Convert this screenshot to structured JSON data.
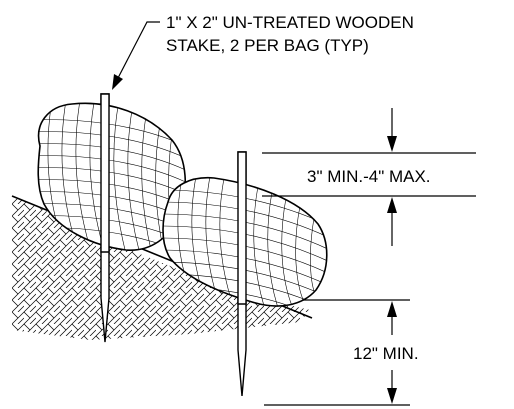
{
  "callout": {
    "line1": "1\" X 2\" UN-TREATED WOODEN",
    "line2": "STAKE, 2 PER BAG (TYP)"
  },
  "dimensions": {
    "gap": "3\" MIN.-4\" MAX.",
    "embed": "12\" MIN."
  },
  "colors": {
    "ink": "#000000",
    "paper": "#ffffff"
  }
}
